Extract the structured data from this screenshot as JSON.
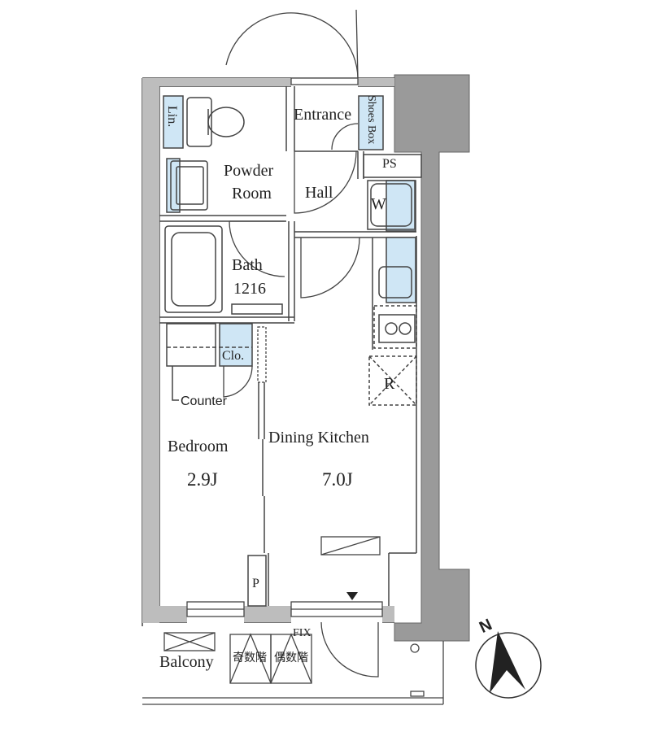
{
  "rooms": {
    "entrance": "Entrance",
    "shoes_box": "Shoes Box",
    "linen": "Lin.",
    "powder_room_line1": "Powder",
    "powder_room_line2": "Room",
    "hall": "Hall",
    "ps": "PS",
    "washer": "W",
    "bath": "Bath",
    "bath_size": "1216",
    "closet": "Clo.",
    "refrigerator": "R",
    "counter": "Counter",
    "bedroom": "Bedroom",
    "bedroom_size": "2.9J",
    "dining_kitchen": "Dining Kitchen",
    "dining_kitchen_size": "7.0J",
    "pipe": "P",
    "balcony": "Balcony",
    "fix": "FIX",
    "odd_floor": "奇数階",
    "even_floor": "偶数階"
  },
  "compass": {
    "north": "N"
  },
  "colors": {
    "wall": "#9a9a9a",
    "wall_dark": "#8c8c8c",
    "line": "#333333",
    "storage": "#cfe6f5"
  }
}
